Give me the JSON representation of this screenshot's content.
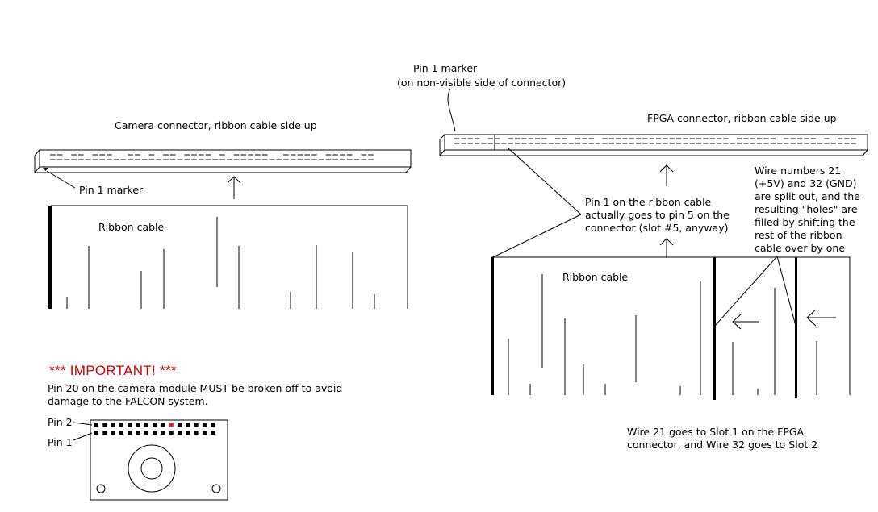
{
  "labels": {
    "pin1_marker_top": "Pin 1 marker",
    "pin1_marker_top_sub": "(on non-visible side of connector)",
    "camera_connector": "Camera connector, ribbon cable side up",
    "fpga_connector": "FPGA connector, ribbon cable side up",
    "pin1_marker_left": "Pin 1 marker",
    "ribbon_left": "Ribbon cable",
    "ribbon_right": "Ribbon cable",
    "pin1_note": [
      "Pin 1 on the ribbon cable",
      "actually goes to pin 5 on the",
      "connector (slot #5, anyway)"
    ],
    "wire_note": [
      "Wire numbers 21",
      "(+5V) and 32 (GND)",
      "are split out, and the",
      "resulting \"holes\" are",
      "filled by shifting the",
      "rest of the ribbon",
      "cable over by one"
    ],
    "important": "*** IMPORTANT! ***",
    "warning": [
      "Pin 20 on the camera module MUST be broken off to avoid",
      "damage to the FALCON system."
    ],
    "pin2": "Pin 2",
    "pin1": "Pin 1",
    "slot_note": [
      "Wire 21 goes to Slot 1 on the FPGA",
      "connector, and Wire 32 goes to Slot 2"
    ]
  },
  "colors": {
    "ink": "#000000",
    "warning_red": "#cc0000",
    "pin20_marker": "#e02020"
  }
}
